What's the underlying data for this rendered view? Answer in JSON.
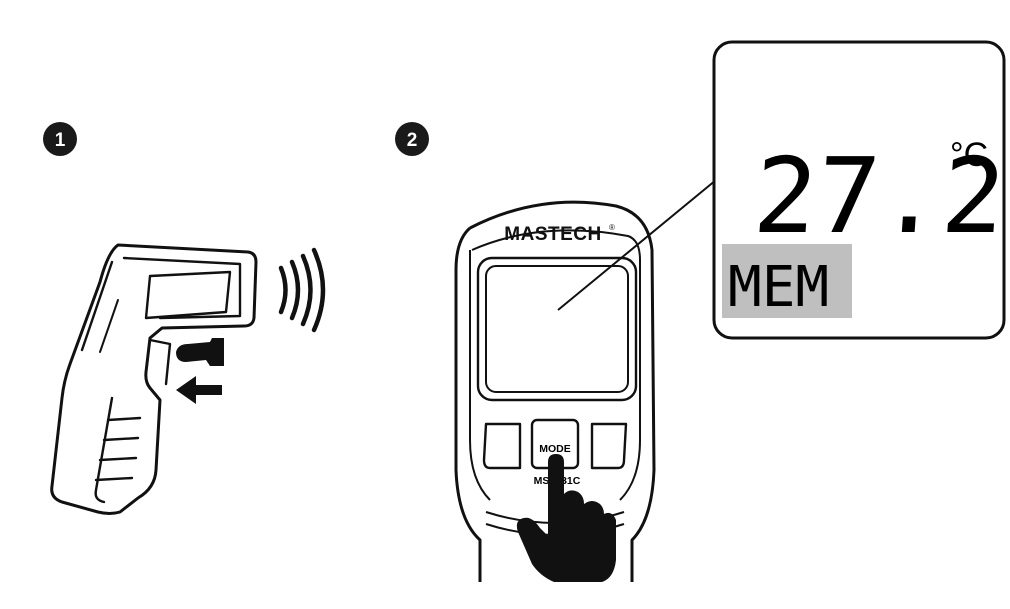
{
  "steps": [
    {
      "number": "1"
    },
    {
      "number": "2"
    }
  ],
  "device": {
    "brand": "MASTECH",
    "brand_mark": "®",
    "button_label": "MODE",
    "model": "MS6531C"
  },
  "zoom_display": {
    "reading": "27.2",
    "unit": "°C",
    "mode_text": "MEM"
  },
  "colors": {
    "ink": "#111111",
    "badge": "#1a1a1a",
    "mem_background": "#bfbfbf",
    "background": "#ffffff"
  },
  "icons": {
    "thermometer": "ir-thermometer-icon",
    "waves": "ir-signal-waves-icon",
    "hand": "pointing-hand-icon",
    "arrow": "left-arrow-icon"
  }
}
